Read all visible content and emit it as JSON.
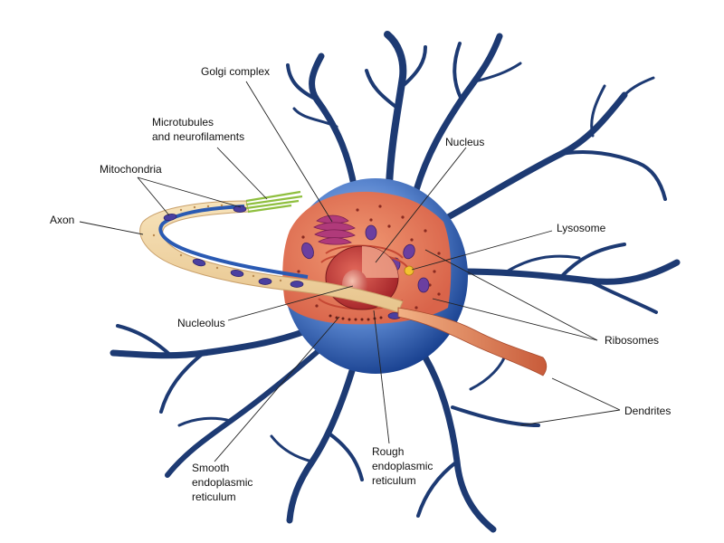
{
  "colors": {
    "dendrite": "#1d3a73",
    "soma_light": "#a9c2e6",
    "soma_dark": "#1f4a9a",
    "cytoplasm": "#e88560",
    "nucleus": "#c9443a",
    "axon": "#f3d9a8",
    "organelle": "#6b3fa0",
    "golgi": "#b03a7a",
    "microtubules": "#8fbf3f",
    "text": "#111111"
  },
  "labels": {
    "golgi": "Golgi complex",
    "microtubules_1": "Microtubules",
    "microtubules_2": "and neurofilaments",
    "mitochondria": "Mitochondria",
    "axon": "Axon",
    "nucleus": "Nucleus",
    "lysosome": "Lysosome",
    "nucleolus": "Nucleolus",
    "ribosomes": "Ribosomes",
    "dendrites": "Dendrites",
    "smooth_er_1": "Smooth",
    "smooth_er_2": "endoplasmic",
    "smooth_er_3": "reticulum",
    "rough_er_1": "Rough",
    "rough_er_2": "endoplasmic",
    "rough_er_3": "reticulum"
  }
}
